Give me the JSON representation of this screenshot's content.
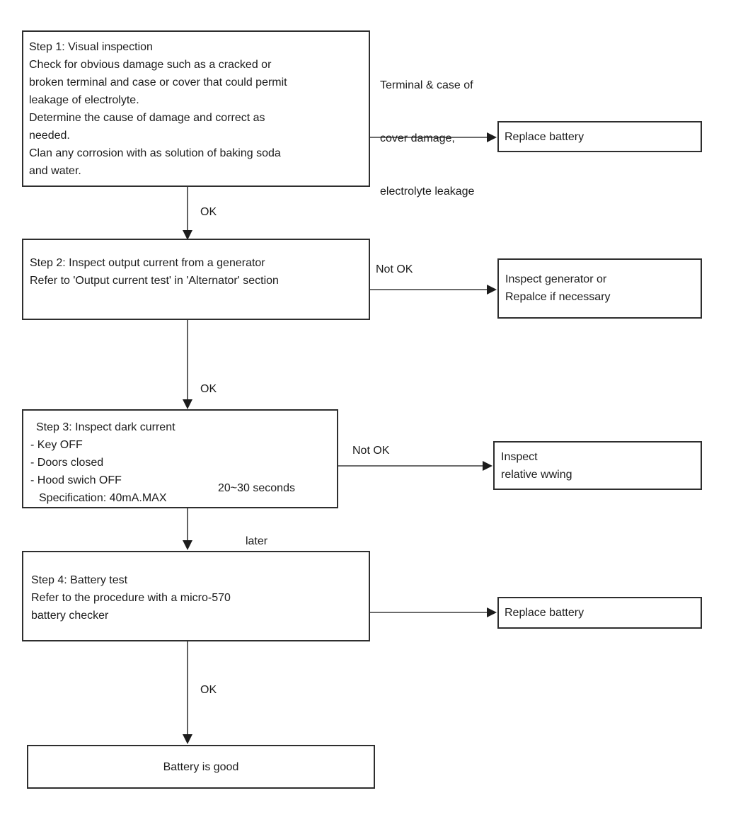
{
  "flow": {
    "step1": {
      "lines": [
        "Step 1: Visual inspection",
        "Check for obvious damage such as a cracked or",
        "broken terminal and case or cover that could permit",
        "leakage of electrolyte.",
        "Determine the cause of damage and correct as",
        "needed.",
        "Clan any corrosion with as solution of baking soda",
        "and water."
      ]
    },
    "side_note": {
      "lines": [
        "Terminal & case of",
        "cover damage,",
        "electrolyte leakage"
      ]
    },
    "replace_battery_1": "Replace battery",
    "ok_label_1": "OK",
    "step2": {
      "lines": [
        "Step 2: Inspect output current from a generator",
        "Refer to 'Output current test' in 'Alternator' section"
      ]
    },
    "not_ok_label_1": "Not OK",
    "inspect_generator": {
      "lines": [
        "Inspect generator or",
        "Repalce if necessary"
      ]
    },
    "ok_label_2": "OK",
    "step3": {
      "title": "Step 3: Inspect dark current",
      "items": [
        "- Key OFF",
        "- Doors closed",
        "- Hood swich OFF"
      ],
      "spec": "Specification: 40mA.MAX",
      "timing_line1": "20~30 seconds",
      "timing_line2": "later"
    },
    "not_ok_label_2": "Not OK",
    "inspect_wiring": {
      "lines": [
        "Inspect",
        "relative wwing"
      ]
    },
    "step4": {
      "lines": [
        "Step 4: Battery test",
        "Refer to the procedure with a micro-570",
        "battery checker"
      ]
    },
    "replace_battery_2": "Replace battery",
    "ok_label_3": "OK",
    "battery_good": "Battery is good"
  }
}
